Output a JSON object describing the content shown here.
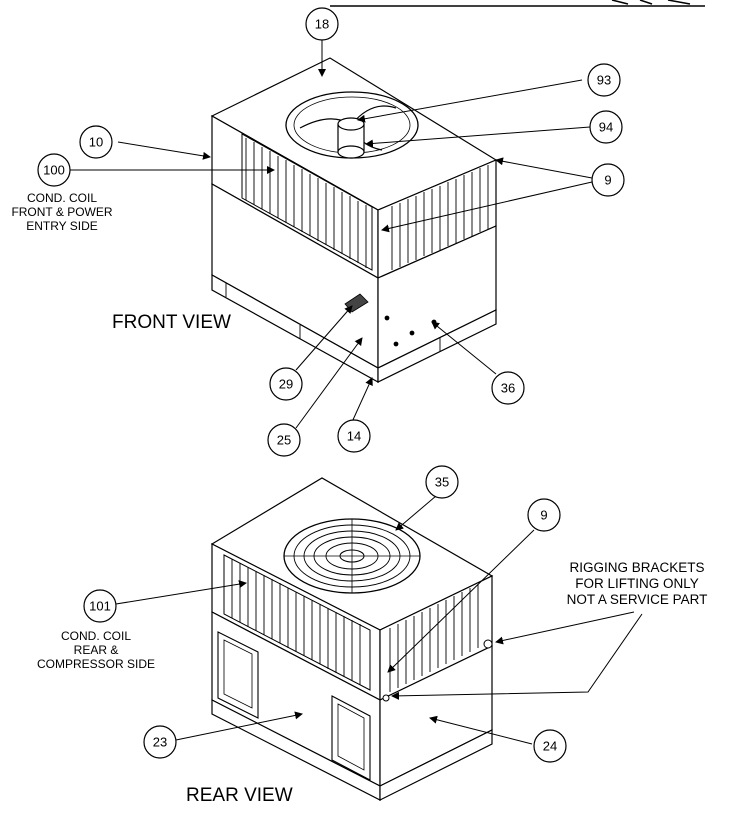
{
  "views": {
    "front": "FRONT VIEW",
    "rear": "REAR VIEW"
  },
  "notes": {
    "front_coil": [
      "COND. COIL",
      "FRONT & POWER",
      "ENTRY SIDE"
    ],
    "rear_coil": [
      "COND. COIL",
      "REAR &",
      "COMPRESSOR SIDE"
    ],
    "rigging": [
      "RIGGING BRACKETS",
      "FOR LIFTING ONLY",
      "NOT A SERVICE PART"
    ]
  },
  "callouts": {
    "front": [
      "18",
      "93",
      "94",
      "10",
      "100",
      "9",
      "29",
      "25",
      "14",
      "36"
    ],
    "rear": [
      "35",
      "9",
      "101",
      "23",
      "24"
    ]
  }
}
